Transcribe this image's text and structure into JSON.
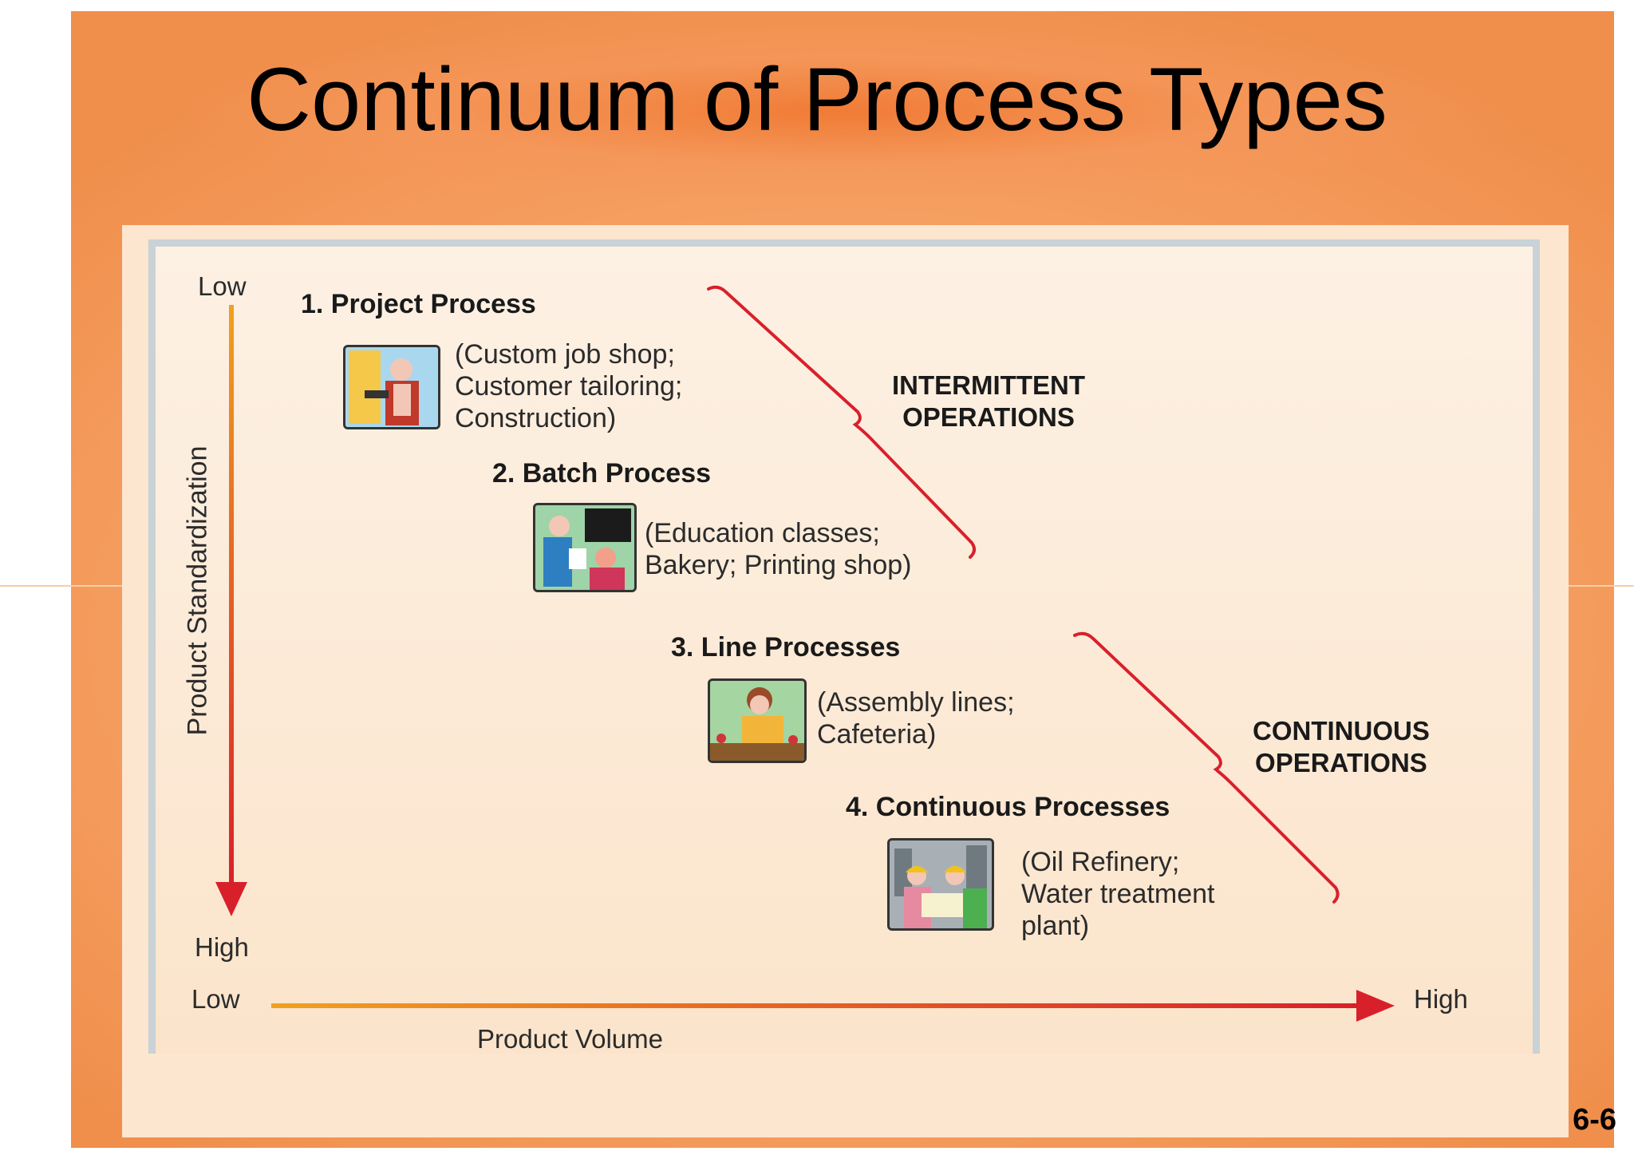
{
  "title": "Continuum of Process Types",
  "slide_number": "6-6",
  "y_axis": {
    "label": "Product Standardization",
    "top": "Low",
    "bottom": "High"
  },
  "x_axis": {
    "label": "Product Volume",
    "left": "Low",
    "right": "High"
  },
  "processes": [
    {
      "heading": "1. Project Process",
      "desc": [
        "(Custom job shop;",
        "Customer tailoring;",
        "Construction)"
      ],
      "icon": "carpenter-icon"
    },
    {
      "heading": "2. Batch Process",
      "desc": [
        "(Education classes;",
        "Bakery; Printing shop)"
      ],
      "icon": "classroom-icon"
    },
    {
      "heading": "3. Line Processes",
      "desc": [
        "(Assembly lines;",
        "Cafeteria)"
      ],
      "icon": "assembly-worker-icon"
    },
    {
      "heading": "4. Continuous Processes",
      "desc": [
        "(Oil Refinery;",
        "Water treatment",
        "plant)"
      ],
      "icon": "refinery-workers-icon"
    }
  ],
  "groups": [
    {
      "lines": [
        "INTERMITTENT",
        "OPERATIONS"
      ]
    },
    {
      "lines": [
        "CONTINUOUS",
        "OPERATIONS"
      ]
    }
  ],
  "colors": {
    "arrow_red": "#d8202a",
    "arrow_orange": "#f0a020",
    "brace_red": "#d9202c"
  }
}
